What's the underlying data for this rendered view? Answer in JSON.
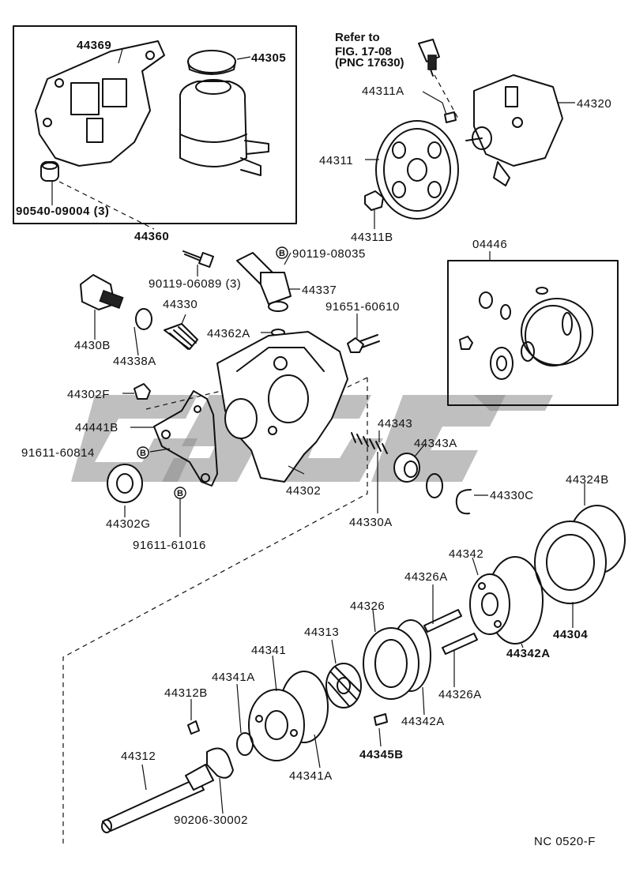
{
  "diagram": {
    "reference_note": {
      "line1": "Refer to",
      "line2": "FIG. 17-08",
      "line3": "(PNC 17630)"
    },
    "figure_code": "NC 0520-F",
    "parts": {
      "p44369": "44369",
      "p44305": "44305",
      "p90540": "90540-09004 (3)",
      "p44360": "44360",
      "p44311A": "44311A",
      "p44320": "44320",
      "p44311": "44311",
      "p44311B": "44311B",
      "p04446": "04446",
      "p90119_08035": "90119-08035",
      "p90119_06089": "90119-06089 (3)",
      "p44337": "44337",
      "p44330": "44330",
      "p91651": "91651-60610",
      "p4430B": "4430B",
      "p44362A": "44362A",
      "p44338A": "44338A",
      "p44302F": "44302F",
      "p44441B": "44441B",
      "p91611_60814": "91611-60814",
      "p44343": "44343",
      "p44343A": "44343A",
      "p44302": "44302",
      "p44330C": "44330C",
      "p44302G": "44302G",
      "p44330A": "44330A",
      "p44324B": "44324B",
      "p91611_61016": "91611-61016",
      "p44342": "44342",
      "p44326A_top": "44326A",
      "p44326": "44326",
      "p44313": "44313",
      "p44341": "44341",
      "p44304": "44304",
      "p44342A_right": "44342A",
      "p44341A_top": "44341A",
      "p44312B": "44312B",
      "p44326A_bottom": "44326A",
      "p44342A_bottom": "44342A",
      "p44345B": "44345B",
      "p44312": "44312",
      "p44341A_bottom": "44341A",
      "p90206": "90206-30002"
    },
    "bolt_marker": "B"
  }
}
